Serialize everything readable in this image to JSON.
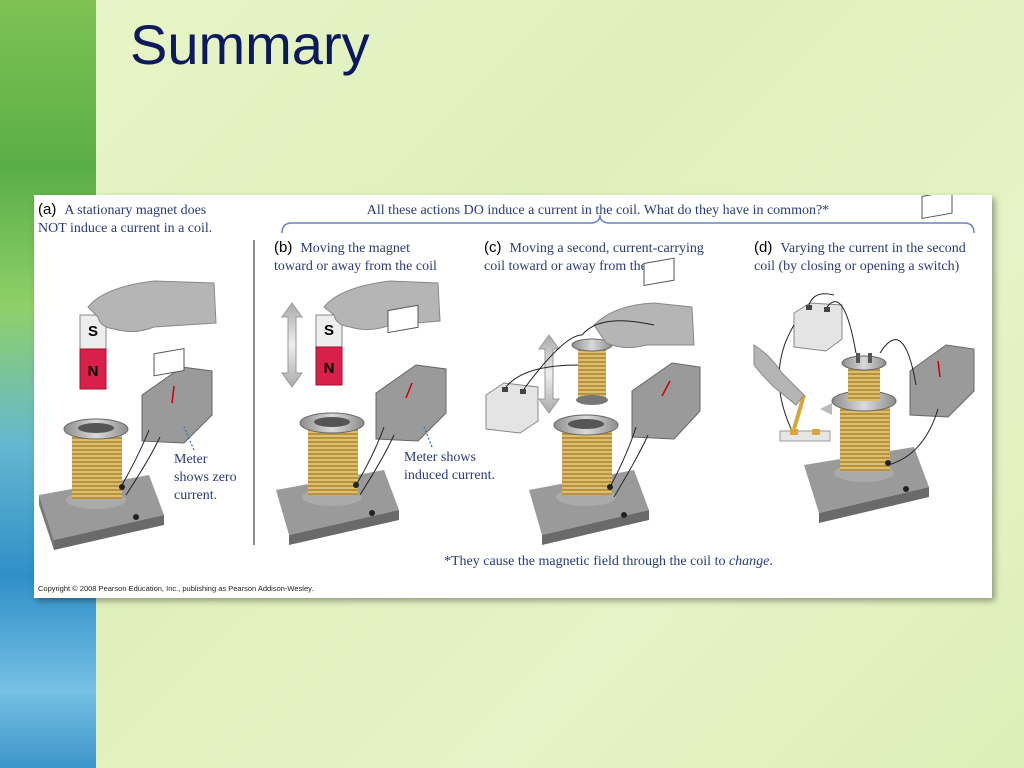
{
  "slide": {
    "title": "Summary"
  },
  "figure": {
    "header": "All these actions DO induce a current in the coil. What do they have in common?*",
    "panel_a": {
      "letter": "(a)",
      "line1": "A stationary magnet does",
      "line2": "NOT induce a current in a coil."
    },
    "panel_b": {
      "letter": "(b)",
      "line1": "Moving the magnet",
      "line2": "toward or away from the coil"
    },
    "panel_c": {
      "letter": "(c)",
      "line1": "Moving a second, current-carrying",
      "line2": "coil toward or away from the coil"
    },
    "panel_d": {
      "letter": "(d)",
      "line1": "Varying the current in the second",
      "line2": "coil (by closing or opening a switch)"
    },
    "meter_zero": {
      "line1": "Meter",
      "line2": "shows zero",
      "line3": "current."
    },
    "meter_induced": {
      "line1": "Meter shows",
      "line2": "induced current."
    },
    "magnet_labels": {
      "south": "S",
      "north": "N"
    },
    "footnote_prefix": "*They cause the magnetic field through the coil to ",
    "footnote_emph": "change",
    "footnote_suffix": ".",
    "copyright": "Copyright © 2008 Pearson Education, Inc., publishing as Pearson Addison-Wesley."
  },
  "colors": {
    "title": "#0b1a5c",
    "caption": "#2a3b78",
    "magnet_north": "#d8204a",
    "coil": "#c9a44a"
  }
}
